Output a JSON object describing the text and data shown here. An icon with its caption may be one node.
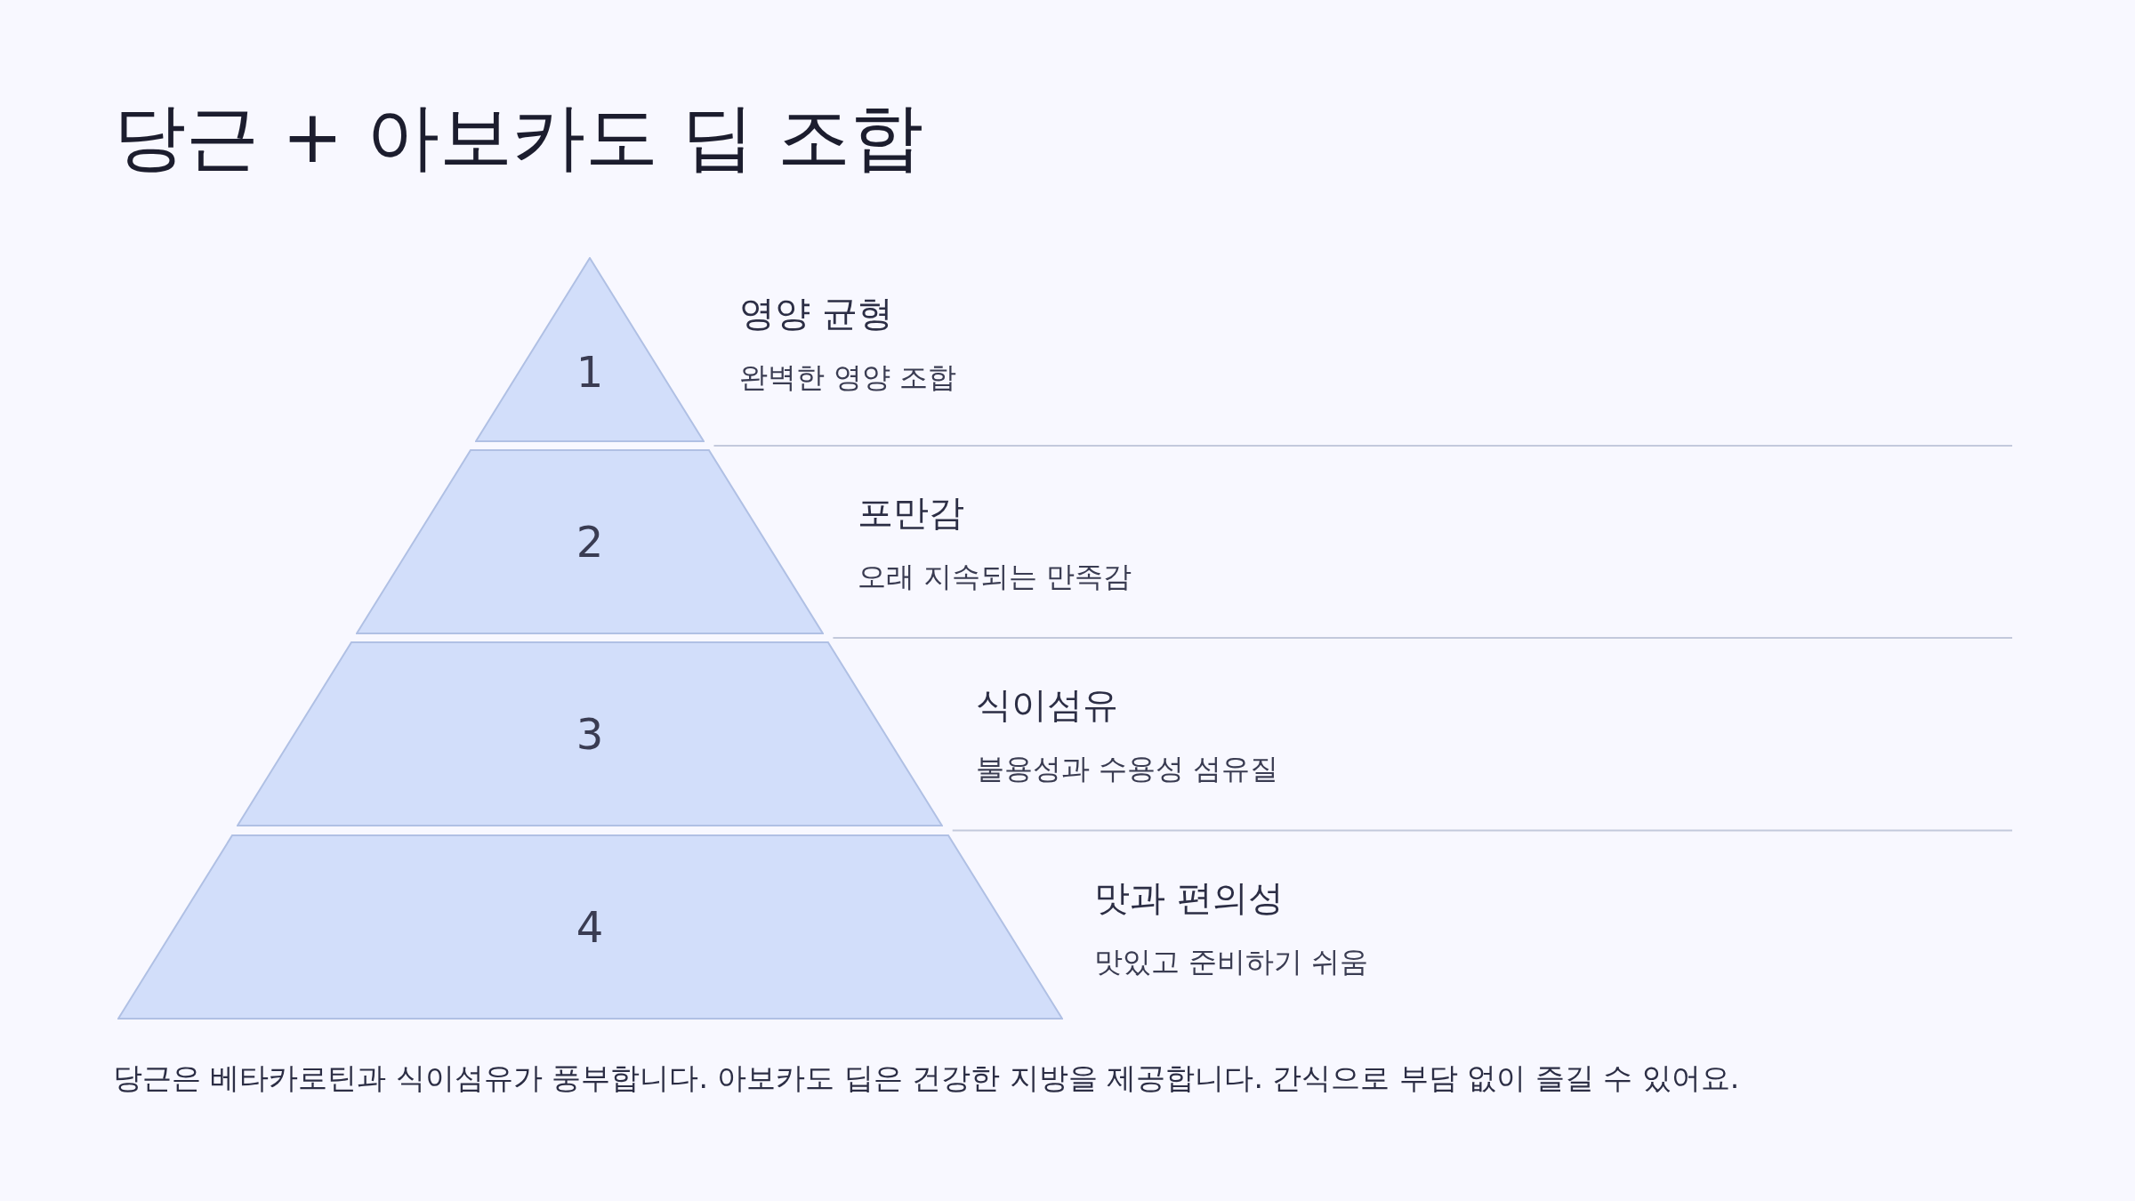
{
  "diagram": {
    "title": "당근 + 아보카도 딥 조합",
    "nodes": [
      {
        "text": [
          "1"
        ],
        "beside": [
          "영양 균형",
          "완벽한 영양 조합"
        ]
      },
      {
        "text": [
          "2"
        ],
        "beside": [
          "포만감",
          "오래 지속되는 만족감"
        ]
      },
      {
        "text": [
          "3"
        ],
        "beside": [
          "식이섬유",
          "불용성과 수용성 섬유질"
        ]
      },
      {
        "text": [
          "4"
        ],
        "beside": [
          "맛과 편의성",
          "맛있고 준비하기 쉬움"
        ]
      }
    ],
    "caption": "당근은 베타카로틴과 식이섬유가 풍부합니다. 아보카도 딥은 건강한 지방을 제공합니다. 간식으로 부담 없이 즐길 수 있어요."
  }
}
